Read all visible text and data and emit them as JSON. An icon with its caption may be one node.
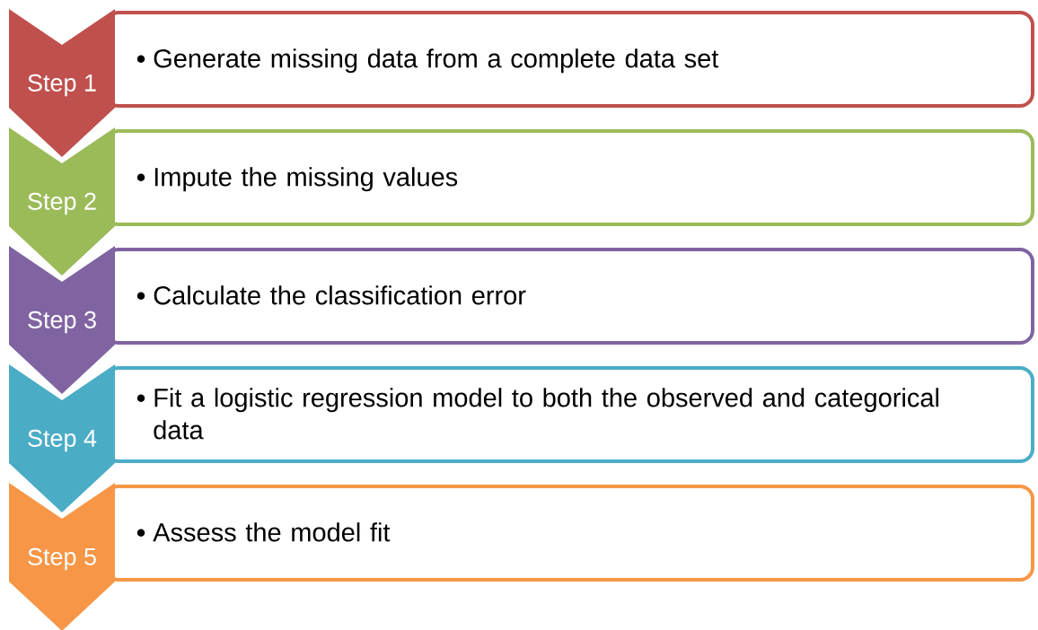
{
  "diagram": {
    "nodes": [
      {
        "text": [
          "Step 1"
        ]
      },
      {
        "text": [
          "Generate missing data from a complete data set"
        ]
      },
      {
        "text": [
          "Step 2"
        ]
      },
      {
        "text": [
          "Impute the missing values"
        ]
      },
      {
        "text": [
          "Step 3"
        ]
      },
      {
        "text": [
          "Calculate the classification error"
        ]
      },
      {
        "text": [
          "Step 4"
        ]
      },
      {
        "text": [
          "Fit a logistic regression model to both the observed and categorical data"
        ]
      },
      {
        "text": [
          "Step 5"
        ]
      },
      {
        "text": [
          "Assess the model fit"
        ]
      }
    ]
  }
}
